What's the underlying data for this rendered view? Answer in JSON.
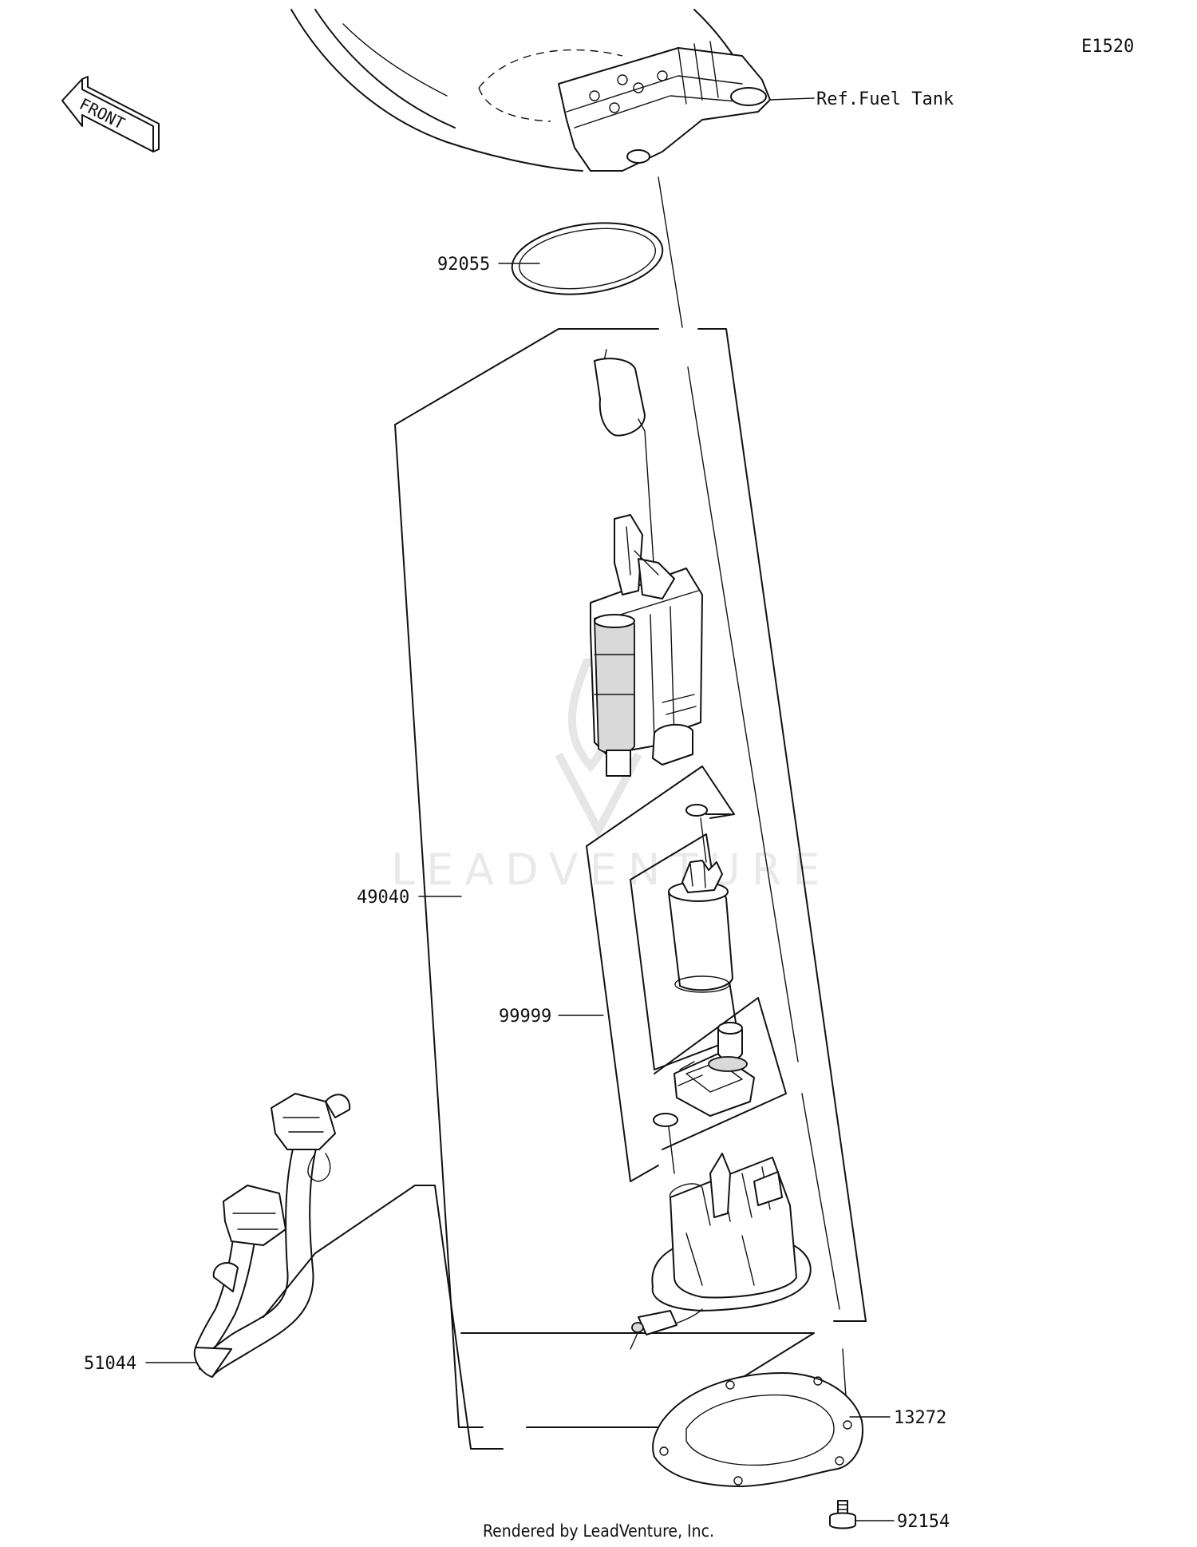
{
  "diagram_code": "E1520",
  "front_arrow_text": "FRONT",
  "watermark_text": "LEADVENTURE",
  "footer_credit": "Rendered by LeadVenture, Inc.",
  "callouts": [
    {
      "id": "ref-fuel-tank",
      "text": "Ref.Fuel Tank"
    },
    {
      "id": "92055",
      "text": "92055"
    },
    {
      "id": "49040",
      "text": "49040"
    },
    {
      "id": "99999",
      "text": "99999"
    },
    {
      "id": "51044",
      "text": "51044"
    },
    {
      "id": "13272",
      "text": "13272"
    },
    {
      "id": "92154",
      "text": "92154"
    }
  ]
}
